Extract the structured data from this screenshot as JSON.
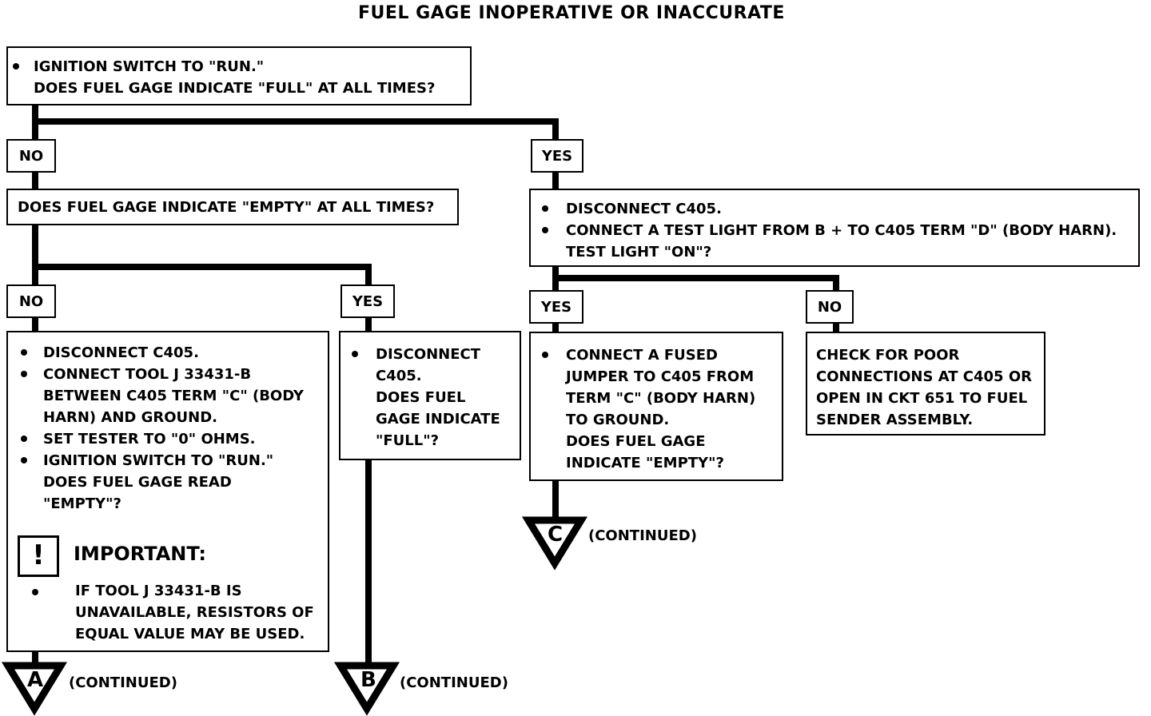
{
  "title": "FUEL GAGE INOPERATIVE OR INACCURATE",
  "box1": {
    "lines": [
      "IGNITION SWITCH TO \"RUN.\"",
      "DOES FUEL GAGE INDICATE \"FULL\" AT ALL TIMES?"
    ]
  },
  "box2": {
    "text": "DOES FUEL GAGE INDICATE \"EMPTY\" AT ALL TIMES?"
  },
  "box3": {
    "bullets": [
      "DISCONNECT C405.",
      "CONNECT A TEST LIGHT FROM B + TO C405 TERM \"D\" (BODY HARN)."
    ],
    "tail": "TEST LIGHT \"ON\"?"
  },
  "box4": {
    "b1": [
      "DISCONNECT C405."
    ],
    "b2": [
      "CONNECT TOOL J 33431-B",
      "BETWEEN C405 TERM \"C\" (BODY",
      "HARN) AND GROUND."
    ],
    "b3": [
      "SET TESTER TO \"0\" OHMS."
    ],
    "b4": [
      "IGNITION SWITCH TO \"RUN.\"",
      "DOES FUEL GAGE READ",
      "\"EMPTY\"?"
    ]
  },
  "important": {
    "icon": "!",
    "title": "IMPORTANT:",
    "lines": [
      "IF TOOL J 33431-B IS",
      "UNAVAILABLE, RESISTORS OF",
      "EQUAL VALUE MAY BE USED."
    ]
  },
  "box5": {
    "lines": [
      "DISCONNECT",
      "C405.",
      "DOES FUEL",
      "GAGE INDICATE",
      "\"FULL\"?"
    ]
  },
  "box6": {
    "lines": [
      "CONNECT A FUSED",
      "JUMPER TO C405 FROM",
      "TERM \"C\" (BODY HARN)",
      "TO GROUND.",
      "DOES FUEL GAGE",
      "INDICATE \"EMPTY\"?"
    ]
  },
  "box7": {
    "lines": [
      "CHECK FOR POOR",
      "CONNECTIONS AT C405 OR",
      "OPEN IN CKT 651 TO FUEL",
      "SENDER ASSEMBLY."
    ]
  },
  "tags": {
    "no": "NO",
    "yes": "YES"
  },
  "connectors": {
    "a": "A",
    "b": "B",
    "c": "C",
    "continued": "(CONTINUED)"
  }
}
